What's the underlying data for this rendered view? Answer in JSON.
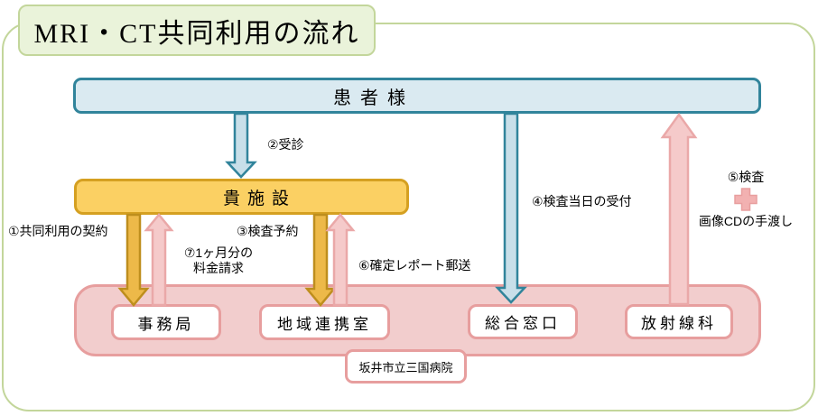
{
  "title": "MRI・CT共同利用の流れ",
  "patient": "患者様",
  "facility": "貴施設",
  "hospital": {
    "name": "坂井市立三国病院",
    "departments": [
      "事務局",
      "地域連携室",
      "総合窓口",
      "放射線科"
    ]
  },
  "steps": {
    "s1": "①共同利用の契約",
    "s2": "②受診",
    "s3": "③検査予約",
    "s4": "④検査当日の受付",
    "s5_top": "⑤検査",
    "s5_bottom": "画像CDの手渡し",
    "s6": "⑥確定レポート郵送",
    "s7_line1": "⑦1ヶ月分の",
    "s7_line2": "料金請求"
  },
  "icons": {
    "plus_icon": "pink medical plus / cross shape"
  },
  "colors": {
    "frame_green": "#C3D69B",
    "title_fill": "#EAF3DA",
    "patient_fill": "#DAEAF1",
    "teal_border": "#31849B",
    "blue_arrow_fill": "#C8DFE9",
    "facility_fill": "#FBD063",
    "facility_border": "#D5A021",
    "orange_arrow_fill": "#EDB949",
    "orange_arrow_border": "#BE8E1D",
    "hospital_fill": "#F2CDCD",
    "pink_border": "#E79E9E",
    "pink_arrow_fill": "#F5CACA",
    "pink_arrow_border": "#EAA8A8",
    "text": "#000000"
  }
}
